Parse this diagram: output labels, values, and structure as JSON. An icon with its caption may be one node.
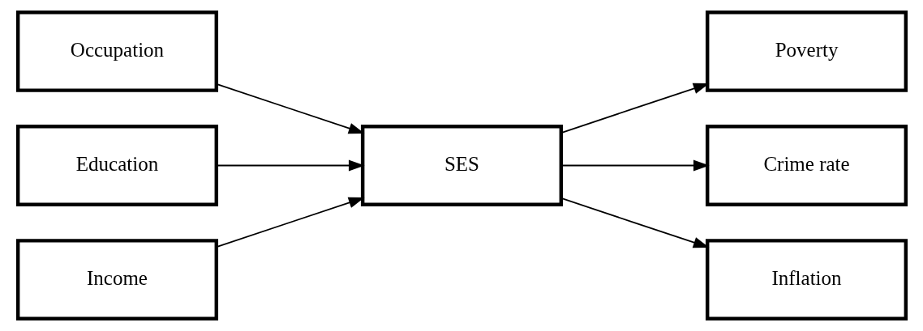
{
  "diagram": {
    "nodes": [
      {
        "text": [
          "Occupation"
        ]
      },
      {
        "text": [
          "Education"
        ]
      },
      {
        "text": [
          "Income"
        ]
      },
      {
        "text": [
          "SES"
        ]
      },
      {
        "text": [
          "Poverty"
        ]
      },
      {
        "text": [
          "Crime rate"
        ]
      },
      {
        "text": [
          "Inflation"
        ]
      }
    ],
    "edges": [
      {
        "from": 0,
        "to": 3,
        "arrow": "to"
      },
      {
        "from": 1,
        "to": 3,
        "arrow": "to"
      },
      {
        "from": 2,
        "to": 3,
        "arrow": "to"
      },
      {
        "from": 3,
        "to": 4,
        "arrow": "to"
      },
      {
        "from": 3,
        "to": 5,
        "arrow": "to"
      },
      {
        "from": 3,
        "to": 6,
        "arrow": "to"
      }
    ]
  }
}
